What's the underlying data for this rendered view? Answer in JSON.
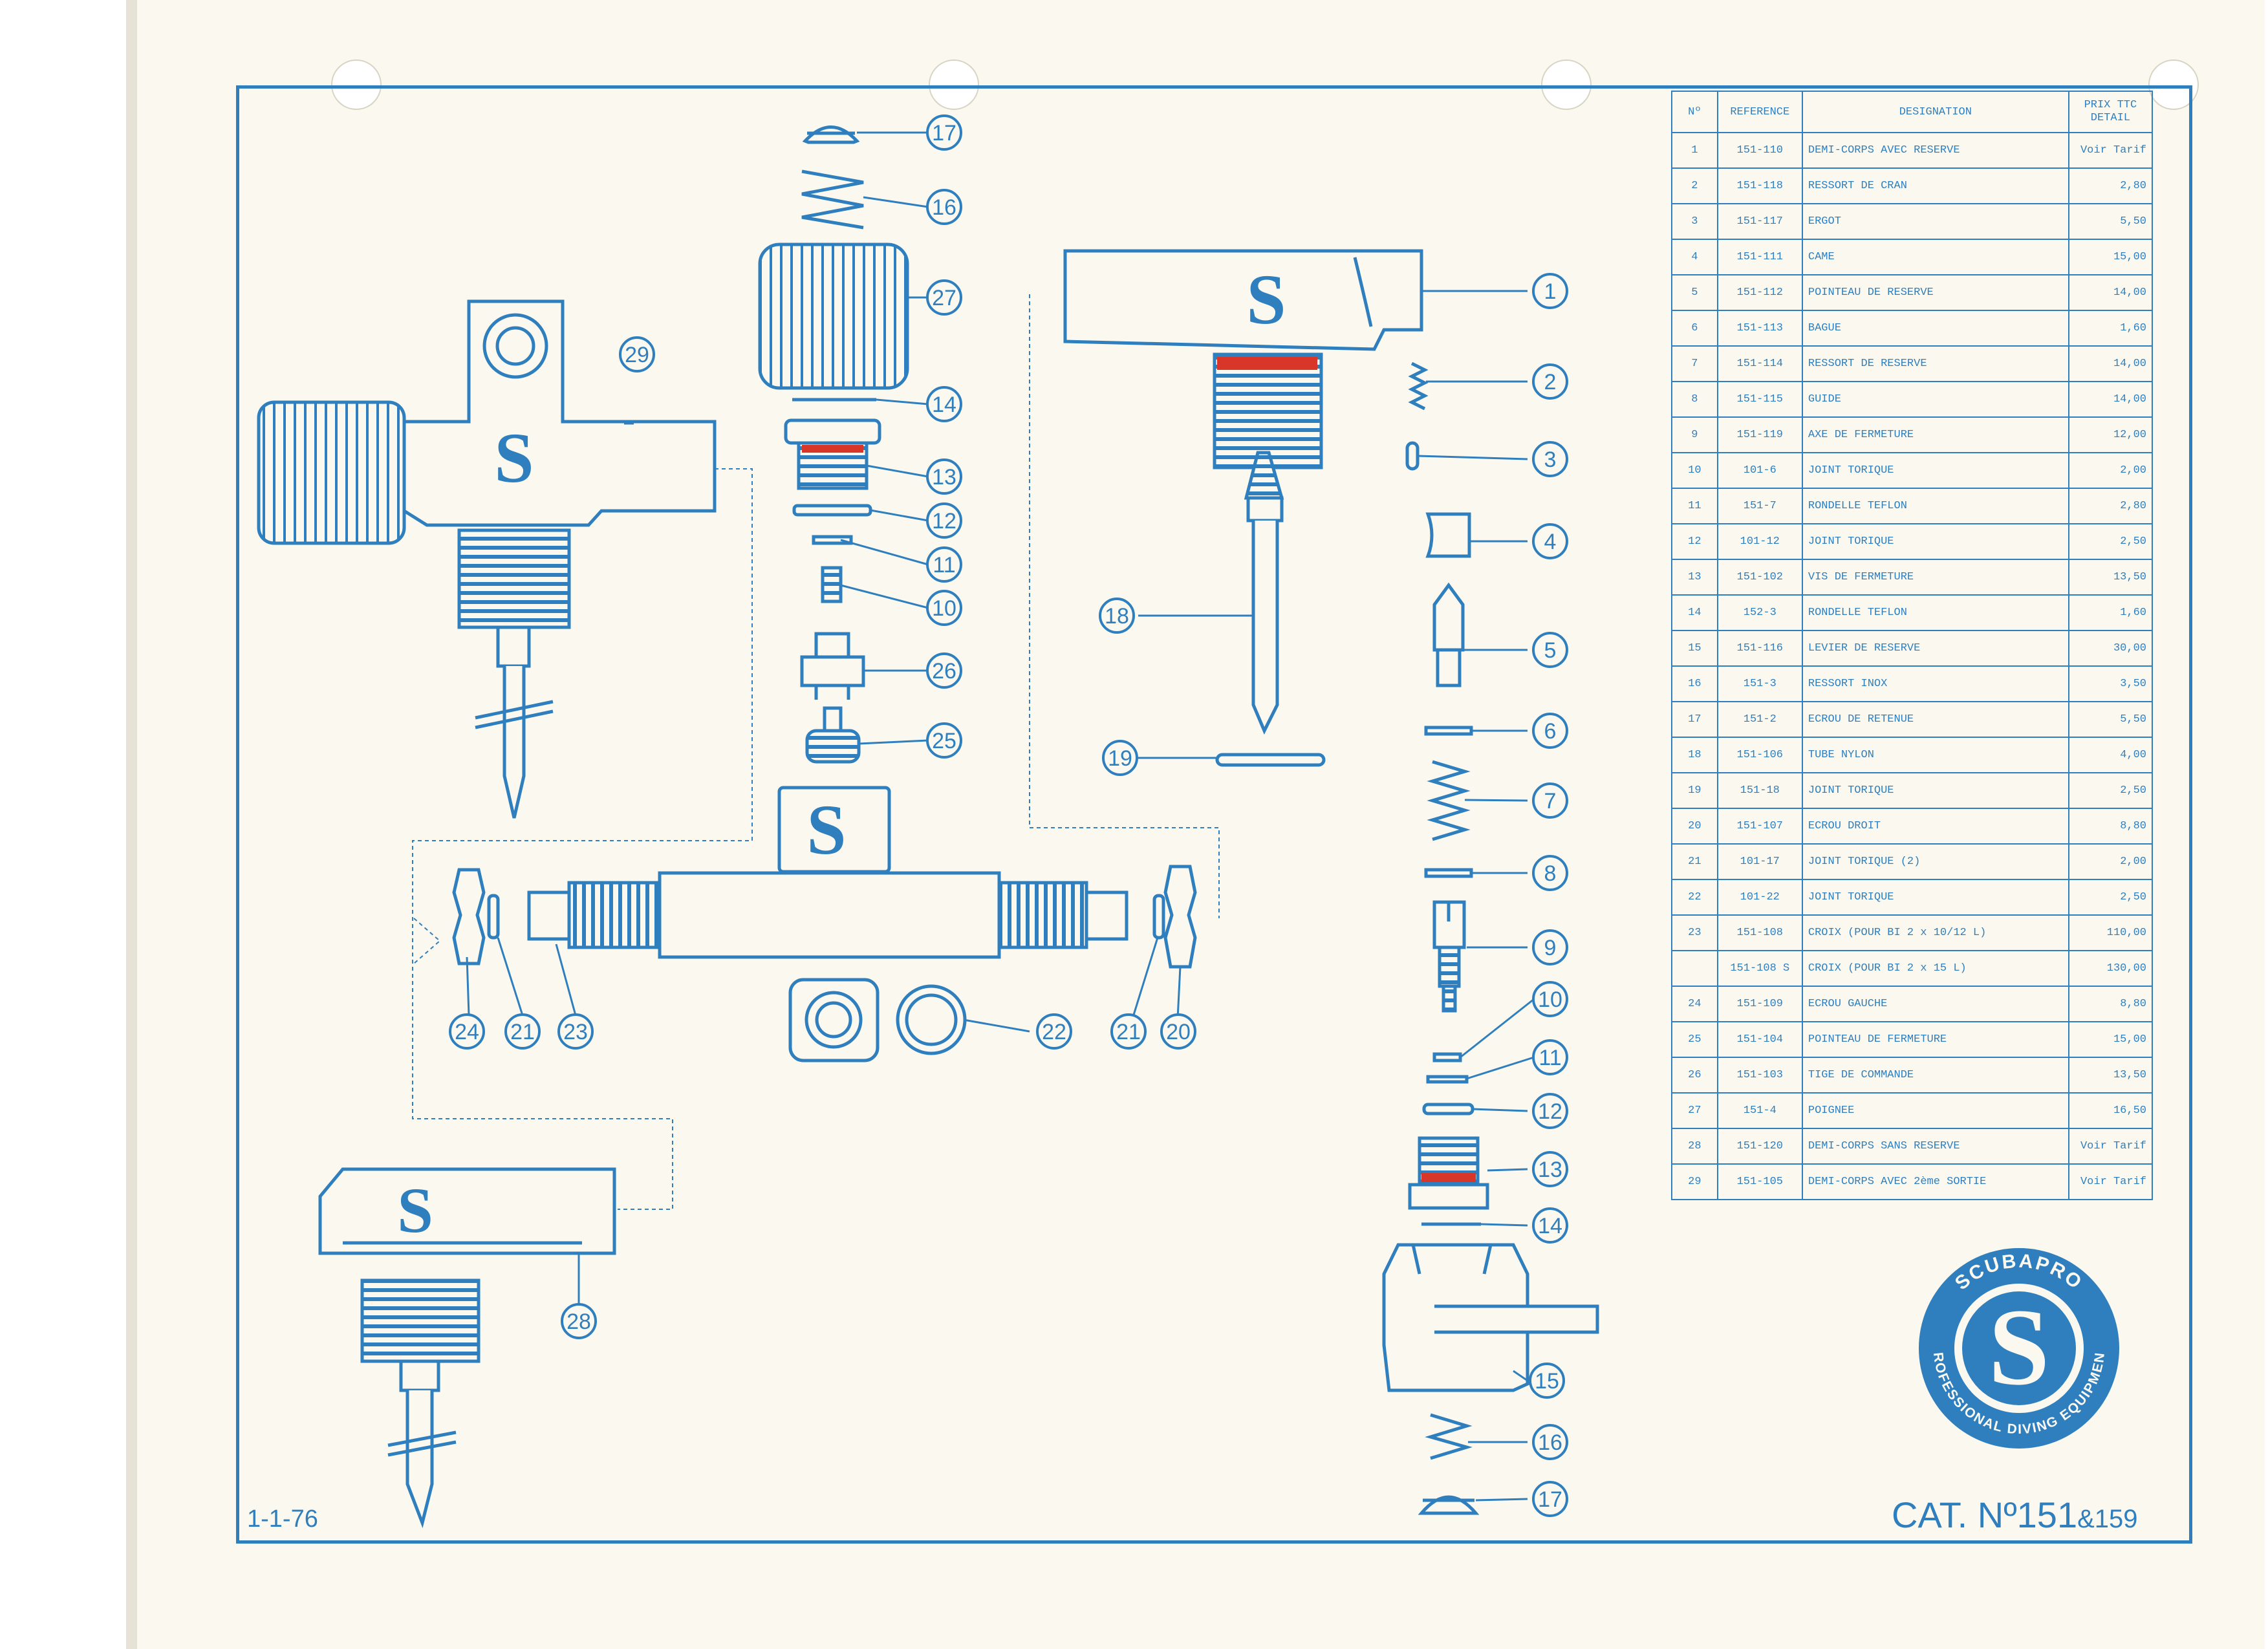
{
  "table": {
    "headers": {
      "no": "Nº",
      "ref": "REFERENCE",
      "designation": "DESIGNATION",
      "price_line1": "PRIX TTC",
      "price_line2": "DETAIL"
    },
    "rows": [
      {
        "no": "1",
        "ref": "151-110",
        "designation": "DEMI-CORPS AVEC RESERVE",
        "price": "Voir Tarif"
      },
      {
        "no": "2",
        "ref": "151-118",
        "designation": "RESSORT DE CRAN",
        "price": "2,80"
      },
      {
        "no": "3",
        "ref": "151-117",
        "designation": "ERGOT",
        "price": "5,50"
      },
      {
        "no": "4",
        "ref": "151-111",
        "designation": "CAME",
        "price": "15,00"
      },
      {
        "no": "5",
        "ref": "151-112",
        "designation": "POINTEAU DE RESERVE",
        "price": "14,00"
      },
      {
        "no": "6",
        "ref": "151-113",
        "designation": "BAGUE",
        "price": "1,60"
      },
      {
        "no": "7",
        "ref": "151-114",
        "designation": "RESSORT DE RESERVE",
        "price": "14,00"
      },
      {
        "no": "8",
        "ref": "151-115",
        "designation": "GUIDE",
        "price": "14,00"
      },
      {
        "no": "9",
        "ref": "151-119",
        "designation": "AXE DE FERMETURE",
        "price": "12,00"
      },
      {
        "no": "10",
        "ref": "101-6",
        "designation": "JOINT TORIQUE",
        "price": "2,00"
      },
      {
        "no": "11",
        "ref": "151-7",
        "designation": "RONDELLE TEFLON",
        "price": "2,80"
      },
      {
        "no": "12",
        "ref": "101-12",
        "designation": "JOINT TORIQUE",
        "price": "2,50"
      },
      {
        "no": "13",
        "ref": "151-102",
        "designation": "VIS DE FERMETURE",
        "price": "13,50"
      },
      {
        "no": "14",
        "ref": "152-3",
        "designation": "RONDELLE TEFLON",
        "price": "1,60"
      },
      {
        "no": "15",
        "ref": "151-116",
        "designation": "LEVIER DE RESERVE",
        "price": "30,00"
      },
      {
        "no": "16",
        "ref": "151-3",
        "designation": "RESSORT INOX",
        "price": "3,50"
      },
      {
        "no": "17",
        "ref": "151-2",
        "designation": "ECROU DE RETENUE",
        "price": "5,50"
      },
      {
        "no": "18",
        "ref": "151-106",
        "designation": "TUBE NYLON",
        "price": "4,00"
      },
      {
        "no": "19",
        "ref": "151-18",
        "designation": "JOINT TORIQUE",
        "price": "2,50"
      },
      {
        "no": "20",
        "ref": "151-107",
        "designation": "ECROU DROIT",
        "price": "8,80"
      },
      {
        "no": "21",
        "ref": "101-17",
        "designation": "JOINT TORIQUE (2)",
        "price": "2,00"
      },
      {
        "no": "22",
        "ref": "101-22",
        "designation": "JOINT TORIQUE",
        "price": "2,50"
      },
      {
        "no": "23",
        "ref": "151-108",
        "designation": "CROIX (POUR BI 2 x 10/12 L)",
        "price": "110,00"
      },
      {
        "no": "",
        "ref": "151-108 S",
        "designation": "CROIX (POUR BI 2 x 15 L)",
        "price": "130,00"
      },
      {
        "no": "24",
        "ref": "151-109",
        "designation": "ECROU GAUCHE",
        "price": "8,80"
      },
      {
        "no": "25",
        "ref": "151-104",
        "designation": "POINTEAU DE FERMETURE",
        "price": "15,00"
      },
      {
        "no": "26",
        "ref": "151-103",
        "designation": "TIGE DE COMMANDE",
        "price": "13,50"
      },
      {
        "no": "27",
        "ref": "151-4",
        "designation": "POIGNEE",
        "price": "16,50"
      },
      {
        "no": "28",
        "ref": "151-120",
        "designation": "DEMI-CORPS SANS RESERVE",
        "price": "Voir Tarif"
      },
      {
        "no": "29",
        "ref": "151-105",
        "designation": "DEMI-CORPS AVEC 2ème SORTIE",
        "price": "Voir Tarif"
      }
    ]
  },
  "callouts": [
    "17",
    "16",
    "27",
    "14",
    "13",
    "12",
    "11",
    "10",
    "26",
    "25",
    "29",
    "1",
    "2",
    "3",
    "4",
    "5",
    "6",
    "7",
    "8",
    "9",
    "10",
    "11",
    "12",
    "13",
    "14",
    "15",
    "16",
    "17",
    "18",
    "19",
    "24",
    "21",
    "23",
    "22",
    "21",
    "20",
    "28"
  ],
  "date": "1-1-76",
  "catalog": {
    "main": "CAT. Nº151",
    "suffix": "&159"
  },
  "logo": {
    "top_text": "SCUBAPRO",
    "bottom_text": "PROFESSIONAL DIVING EQUIPMENT",
    "mark": "S"
  },
  "colors": {
    "ink": "#2f7fbf",
    "paper": "#fbf9ef",
    "seal_red": "#d9362a"
  }
}
